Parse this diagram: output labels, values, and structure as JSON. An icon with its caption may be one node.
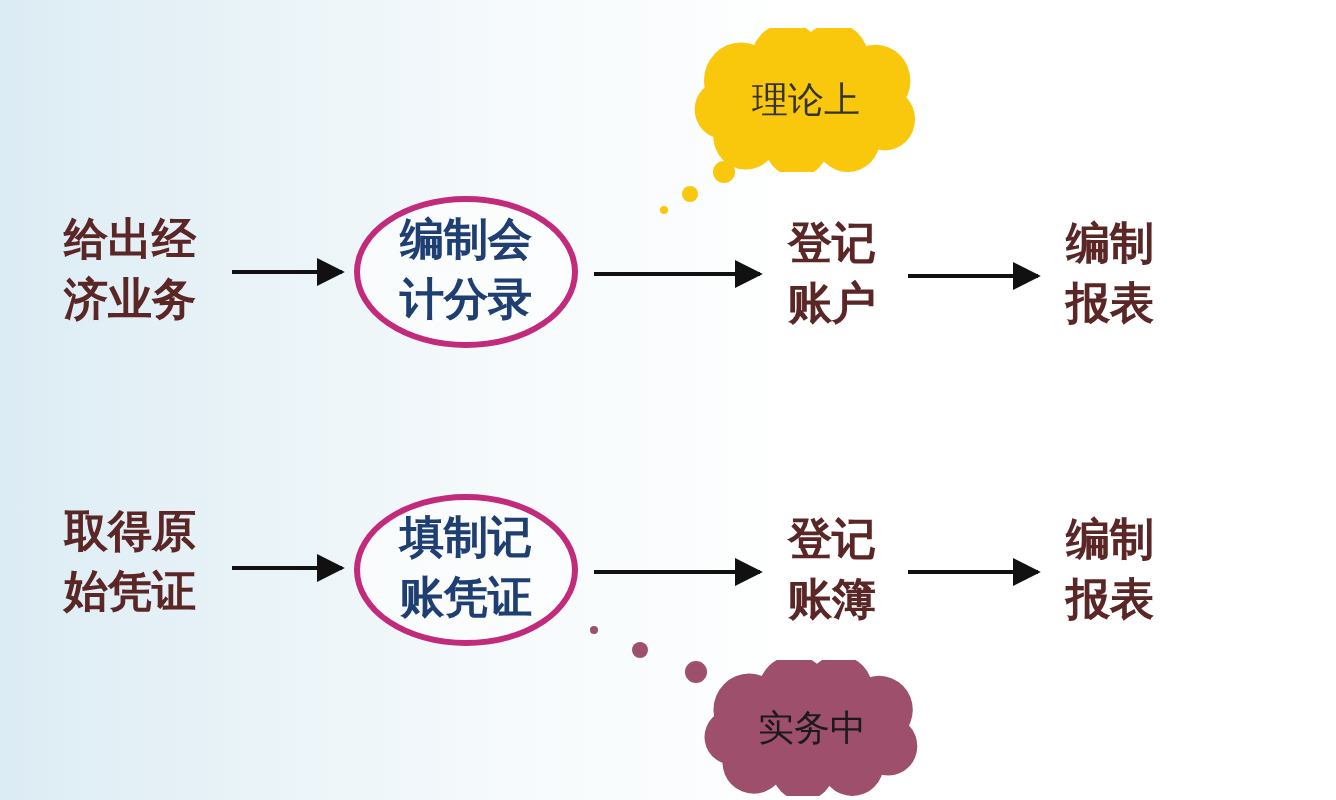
{
  "diagram": {
    "nodes": [
      {
        "text": [
          "给出经济业务"
        ]
      },
      {
        "text": [
          "编制会计分录"
        ]
      },
      {
        "text": [
          "登记账户"
        ]
      },
      {
        "text": [
          "编制报表"
        ]
      },
      {
        "text": [
          "理论上"
        ]
      },
      {
        "text": [
          "取得原始凭证"
        ]
      },
      {
        "text": [
          "填制记账凭证"
        ]
      },
      {
        "text": [
          "登记账簿"
        ]
      },
      {
        "text": [
          "编制报表"
        ]
      },
      {
        "text": [
          "实务中"
        ]
      }
    ],
    "edges": [
      {
        "from": 0,
        "to": 1,
        "arrow": "to"
      },
      {
        "from": 1,
        "to": 2,
        "arrow": "to"
      },
      {
        "from": 2,
        "to": 3,
        "arrow": "to"
      },
      {
        "from": 5,
        "to": 6,
        "arrow": "to"
      },
      {
        "from": 6,
        "to": 7,
        "arrow": "to"
      },
      {
        "from": 7,
        "to": 8,
        "arrow": "to"
      }
    ]
  }
}
